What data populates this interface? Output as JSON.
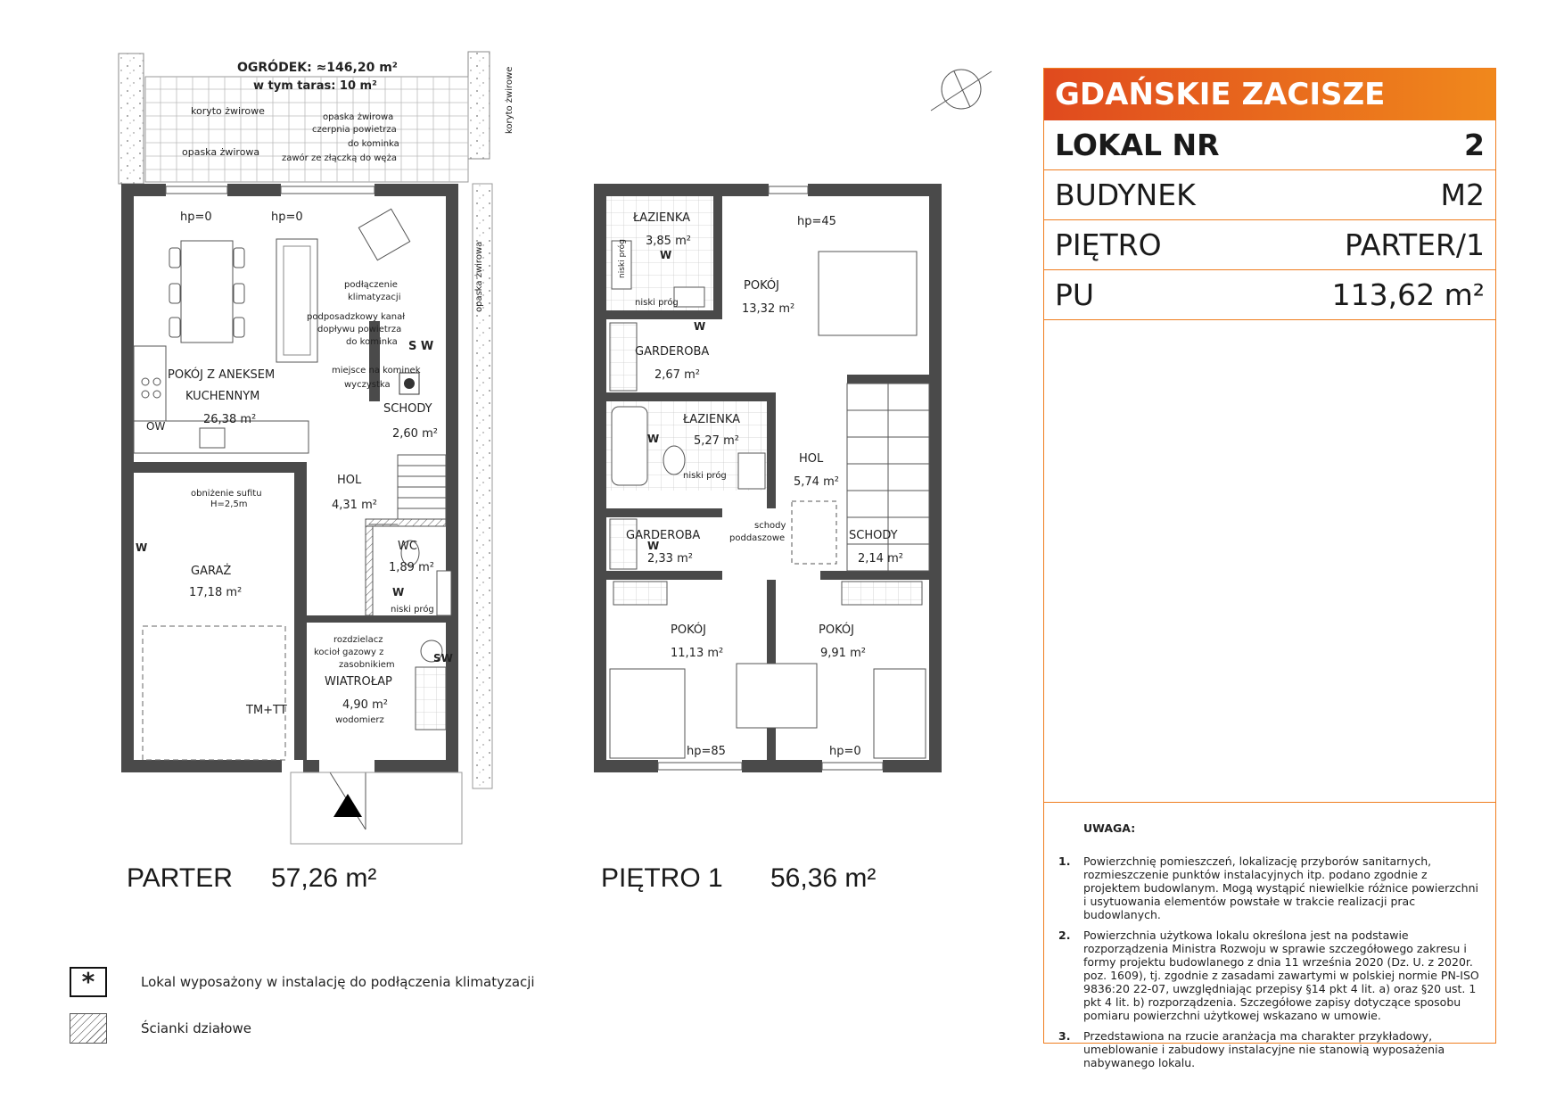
{
  "brand": "GDAŃSKIE ZACISZE",
  "info": [
    {
      "label": "LOKAL NR",
      "value": "2"
    },
    {
      "label": "BUDYNEK",
      "value": "M2"
    },
    {
      "label": "PIĘTRO",
      "value": "PARTER/1"
    },
    {
      "label": "PU",
      "value": "113,62 m²"
    }
  ],
  "notes": {
    "title": "UWAGA:",
    "items": [
      {
        "num": "1.",
        "text": "Powierzchnię pomieszczeń, lokalizację przyborów sanitarnych, rozmieszczenie punktów instalacyjnych itp. podano zgodnie z projektem budowlanym. Mogą wystąpić niewielkie różnice powierzchni i usytuowania elementów powstałe w trakcie realizacji prac budowlanych."
      },
      {
        "num": "2.",
        "text": "Powierzchnia użytkowa lokalu określona jest na podstawie rozporządzenia Ministra Rozwoju w sprawie szczegółowego zakresu i formy projektu budowlanego z dnia 11 września 2020 (Dz. U. z 2020r. poz. 1609), tj. zgodnie z zasadami zawartymi w polskiej normie PN-ISO 9836:20 22-07, uwzględniając przepisy §14 pkt 4 lit. a) oraz §20 ust. 1 pkt 4 lit. b) rozporządzenia. Szczegółowe zapisy dotyczące sposobu pomiaru powierzchni użytkowej wskazano w umowie."
      },
      {
        "num": "3.",
        "text": "Przedstawiona na rzucie aranżacja ma charakter przykładowy, umeblowanie i zabudowy instalacyjne nie stanowią wyposażenia nabywanego lokalu."
      }
    ]
  },
  "floors": {
    "ground": {
      "name": "PARTER",
      "area": "57,26 m²"
    },
    "first": {
      "name": "PIĘTRO 1",
      "area": "56,36 m²"
    }
  },
  "legend": {
    "ac_symbol": "*",
    "ac": "Lokal wyposażony w instalację do podłączenia klimatyzacji",
    "walls": "Ścianki działowe"
  },
  "garden": {
    "title": "OGRÓDEK: ≈146,20 m²",
    "terrace": "w tym taras: 10 m²"
  },
  "ground_rooms": {
    "living": {
      "name1": "POKÓJ Z ANEKSEM",
      "name2": "KUCHENNYM",
      "area": "26,38 m²"
    },
    "stairs": {
      "name": "SCHODY",
      "area": "2,60 m²"
    },
    "hall": {
      "name": "HOL",
      "area": "4,31 m²"
    },
    "wc": {
      "name": "WC",
      "area": "1,89 m²"
    },
    "garage": {
      "name": "GARAŻ",
      "area": "17,18 m²"
    },
    "vestibule": {
      "name": "WIATROŁAP",
      "area": "4,90 m²"
    }
  },
  "ground_notes": {
    "koryto_left": "koryto żwirowe",
    "opaska_left": "opaska żwirowa",
    "opaska_right": "opaska żwirowa",
    "czerpnia1": "czerpnia powietrza",
    "czerpnia2": "do kominka",
    "zawor": "zawór ze złączką do węża",
    "koryto_right": "koryto żwirowe",
    "opaska_vertical": "opaska żwirowa",
    "hp1": "hp=0",
    "hp2": "hp=0",
    "klima1": "podłączenie",
    "klima2": "klimatyzacji",
    "kanal1": "podposadzkowy kanał",
    "kanal2": "dopływu powietrza",
    "kanal3": "do kominka",
    "sw": "S W",
    "kominek1": "miejsce na kominek",
    "kominek2": "wyczystka",
    "ow": "OW",
    "sufit1": "obniżenie sufitu",
    "sufit2": "H=2,5m",
    "w1": "W",
    "w2": "W",
    "niski": "niski próg",
    "rozdz1": "rozdzielacz",
    "rozdz2": "kocioł gazowy z",
    "rozdz3": "zasobnikiem",
    "sw2": "SW",
    "tm": "TM+TT",
    "wodomierz": "wodomierz"
  },
  "first_rooms": {
    "bath1": {
      "name": "ŁAZIENKA",
      "area": "3,85 m²"
    },
    "bed1": {
      "name": "POKÓJ",
      "area": "13,32 m²"
    },
    "ward1": {
      "name": "GARDEROBA",
      "area": "2,67 m²"
    },
    "bath2": {
      "name": "ŁAZIENKA",
      "area": "5,27 m²"
    },
    "hall": {
      "name": "HOL",
      "area": "5,74 m²"
    },
    "ward2": {
      "name": "GARDEROBA",
      "area": "2,33 m²"
    },
    "stairs": {
      "name": "SCHODY",
      "area": "2,14 m²"
    },
    "bed2": {
      "name": "POKÓJ",
      "area": "11,13 m²"
    },
    "bed3": {
      "name": "POKÓJ",
      "area": "9,91 m²"
    }
  },
  "first_notes": {
    "hp45": "hp=45",
    "hp85": "hp=85",
    "hp0": "hp=0",
    "niski1": "niski próg",
    "niski2": "niski próg",
    "niski3": "niski próg",
    "w1": "W",
    "w2": "W",
    "w3": "W",
    "w4": "W",
    "podd1": "schody",
    "podd2": "poddaszowe"
  },
  "colors": {
    "accent": "#f07d1f",
    "wall": "#4a4a4a",
    "brand_start": "#e04a1e",
    "brand_end": "#f0881c"
  }
}
